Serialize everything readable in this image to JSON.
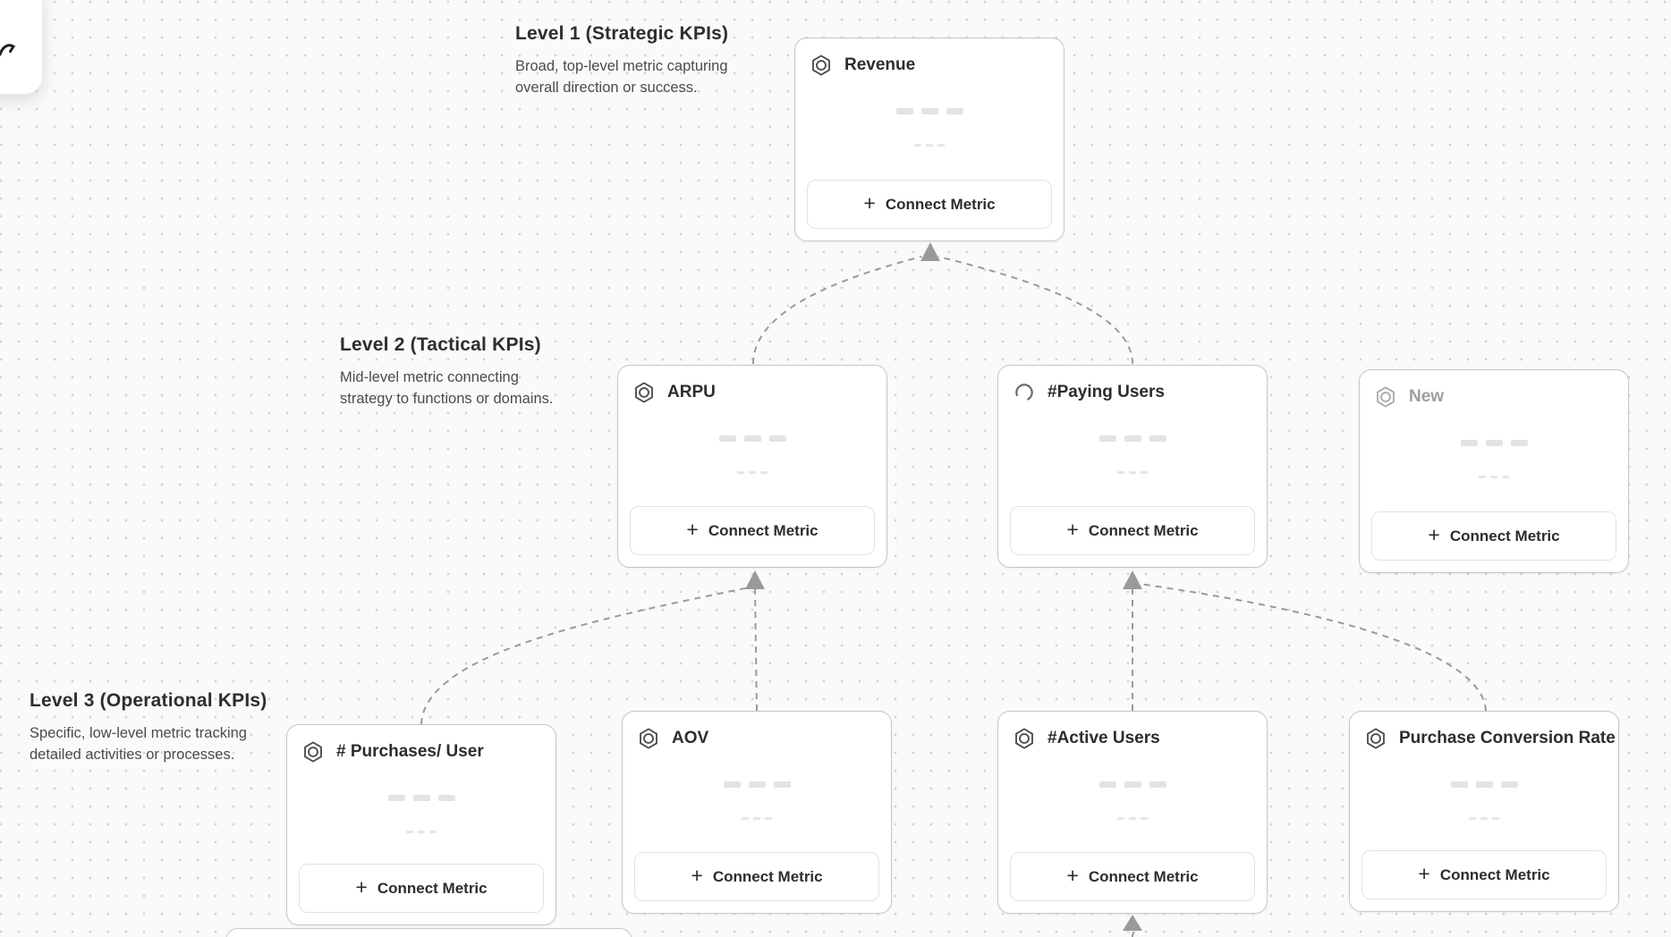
{
  "levels": [
    {
      "title": "Level 1 (Strategic KPIs)",
      "description": "Broad, top-level metric capturing\noverall direction or success."
    },
    {
      "title": "Level 2 (Tactical KPIs)",
      "description": "Mid-level metric connecting\nstrategy to functions or domains."
    },
    {
      "title": "Level 3 (Operational KPIs)",
      "description": "Specific, low-level metric tracking\ndetailed activities or processes."
    }
  ],
  "nodes": [
    {
      "id": "revenue",
      "title": "Revenue",
      "icon": "hexagon-metric-icon",
      "state": "default"
    },
    {
      "id": "arpu",
      "title": "ARPU",
      "icon": "hexagon-metric-icon",
      "state": "default"
    },
    {
      "id": "paying-users",
      "title": "#Paying Users",
      "icon": "spinner-icon",
      "state": "loading"
    },
    {
      "id": "new",
      "title": "New",
      "icon": "hexagon-metric-icon",
      "state": "placeholder"
    },
    {
      "id": "purchases-per-user",
      "title": "# Purchases/ User",
      "icon": "hexagon-metric-icon",
      "state": "default"
    },
    {
      "id": "aov",
      "title": "AOV",
      "icon": "hexagon-metric-icon",
      "state": "default"
    },
    {
      "id": "active-users",
      "title": "#Active Users",
      "icon": "hexagon-metric-icon",
      "state": "default"
    },
    {
      "id": "purchase-conversion-rate",
      "title": "Purchase Conversion Rate",
      "icon": "hexagon-metric-icon",
      "state": "default"
    }
  ],
  "connect_button": {
    "label": "Connect Metric",
    "plus_icon": "+"
  },
  "toolbar": {
    "icon": "cursor-arrow-icon"
  },
  "colors": {
    "canvas_bg": "#fafafa",
    "grid_dot": "#d2d2d2",
    "card_border": "#c6c6c6",
    "button_border": "#e2e2e2",
    "connector": "#9a9a9a",
    "title_text": "#2d2d2d",
    "placeholder_text": "#9e9e9e",
    "skeleton": "#e3e3e3"
  }
}
